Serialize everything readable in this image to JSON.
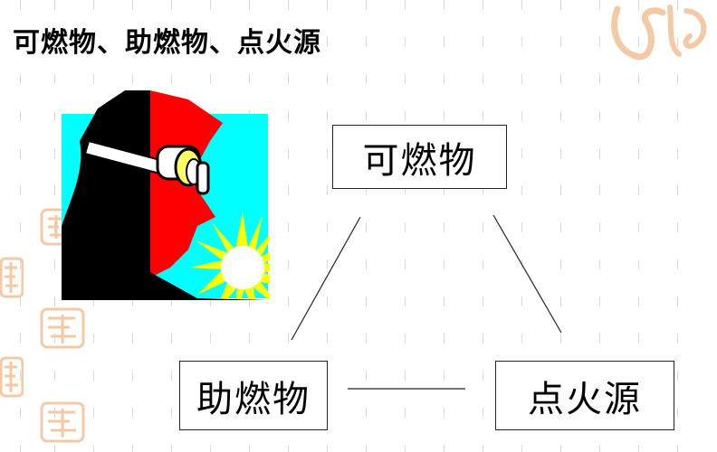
{
  "slide": {
    "title": "可燃物、助燃物、点火源"
  },
  "diagram": {
    "nodes": [
      {
        "id": "combustible",
        "label": "可燃物"
      },
      {
        "id": "oxidizer",
        "label": "助燃物"
      },
      {
        "id": "ignition",
        "label": "点火源"
      }
    ],
    "edges": [
      {
        "from": "combustible",
        "to": "oxidizer"
      },
      {
        "from": "combustible",
        "to": "ignition"
      },
      {
        "from": "oxidizer",
        "to": "ignition"
      }
    ]
  },
  "colors": {
    "clipart_sky": "#00ffff",
    "clipart_red": "#ff0000",
    "clipart_black": "#000000",
    "clipart_sun": "#ffff00",
    "seal_tint": "#f3c9a6"
  },
  "icons": {
    "clipart": "welder-with-goggles-icon",
    "decor": "seal-stamp-icon"
  }
}
